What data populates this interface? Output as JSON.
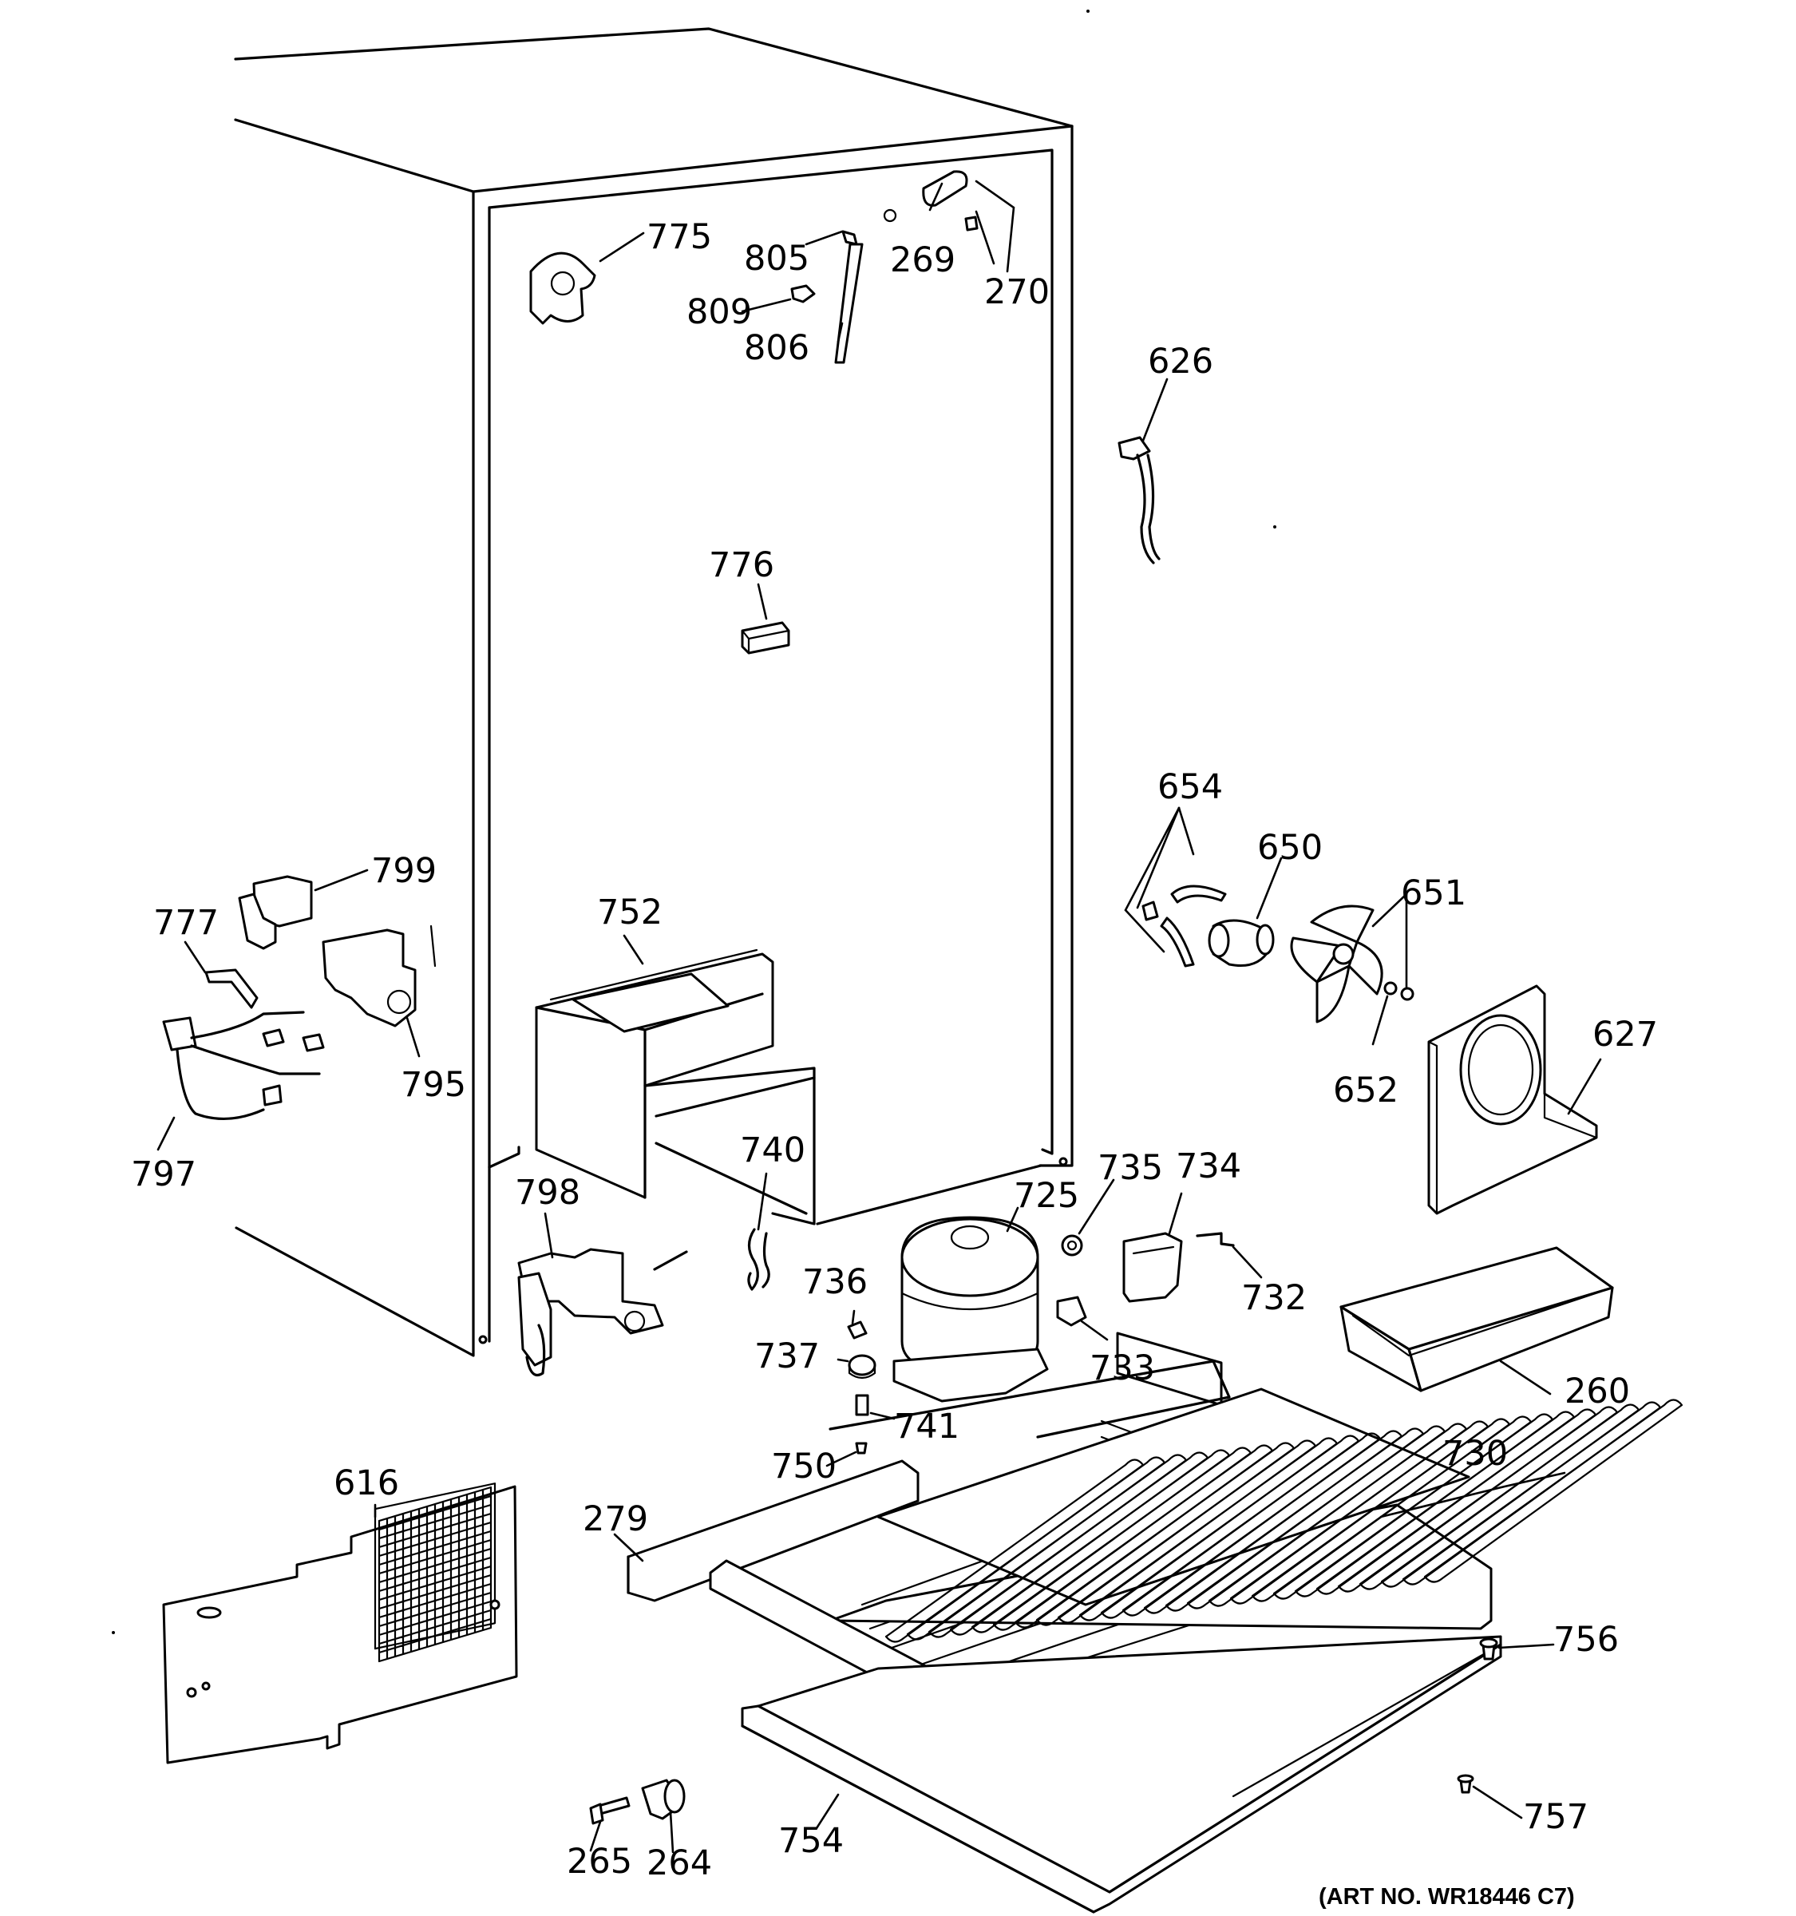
{
  "labels": {
    "775": "775",
    "805": "805",
    "809": "809",
    "806": "806",
    "269": "269",
    "270": "270",
    "626": "626",
    "776": "776",
    "654": "654",
    "650": "650",
    "651": "651",
    "652": "652",
    "627": "627",
    "799": "799",
    "777": "777",
    "795": "795",
    "797": "797",
    "752": "752",
    "740": "740",
    "798": "798",
    "725": "725",
    "735": "735",
    "734": "734",
    "732": "732",
    "736": "736",
    "737": "737",
    "733": "733",
    "741": "741",
    "750": "750",
    "260": "260",
    "730": "730",
    "616": "616",
    "279": "279",
    "756": "756",
    "757": "757",
    "754": "754",
    "265": "265",
    "264": "264"
  },
  "art_number": "(ART NO. WR18446 C7)"
}
